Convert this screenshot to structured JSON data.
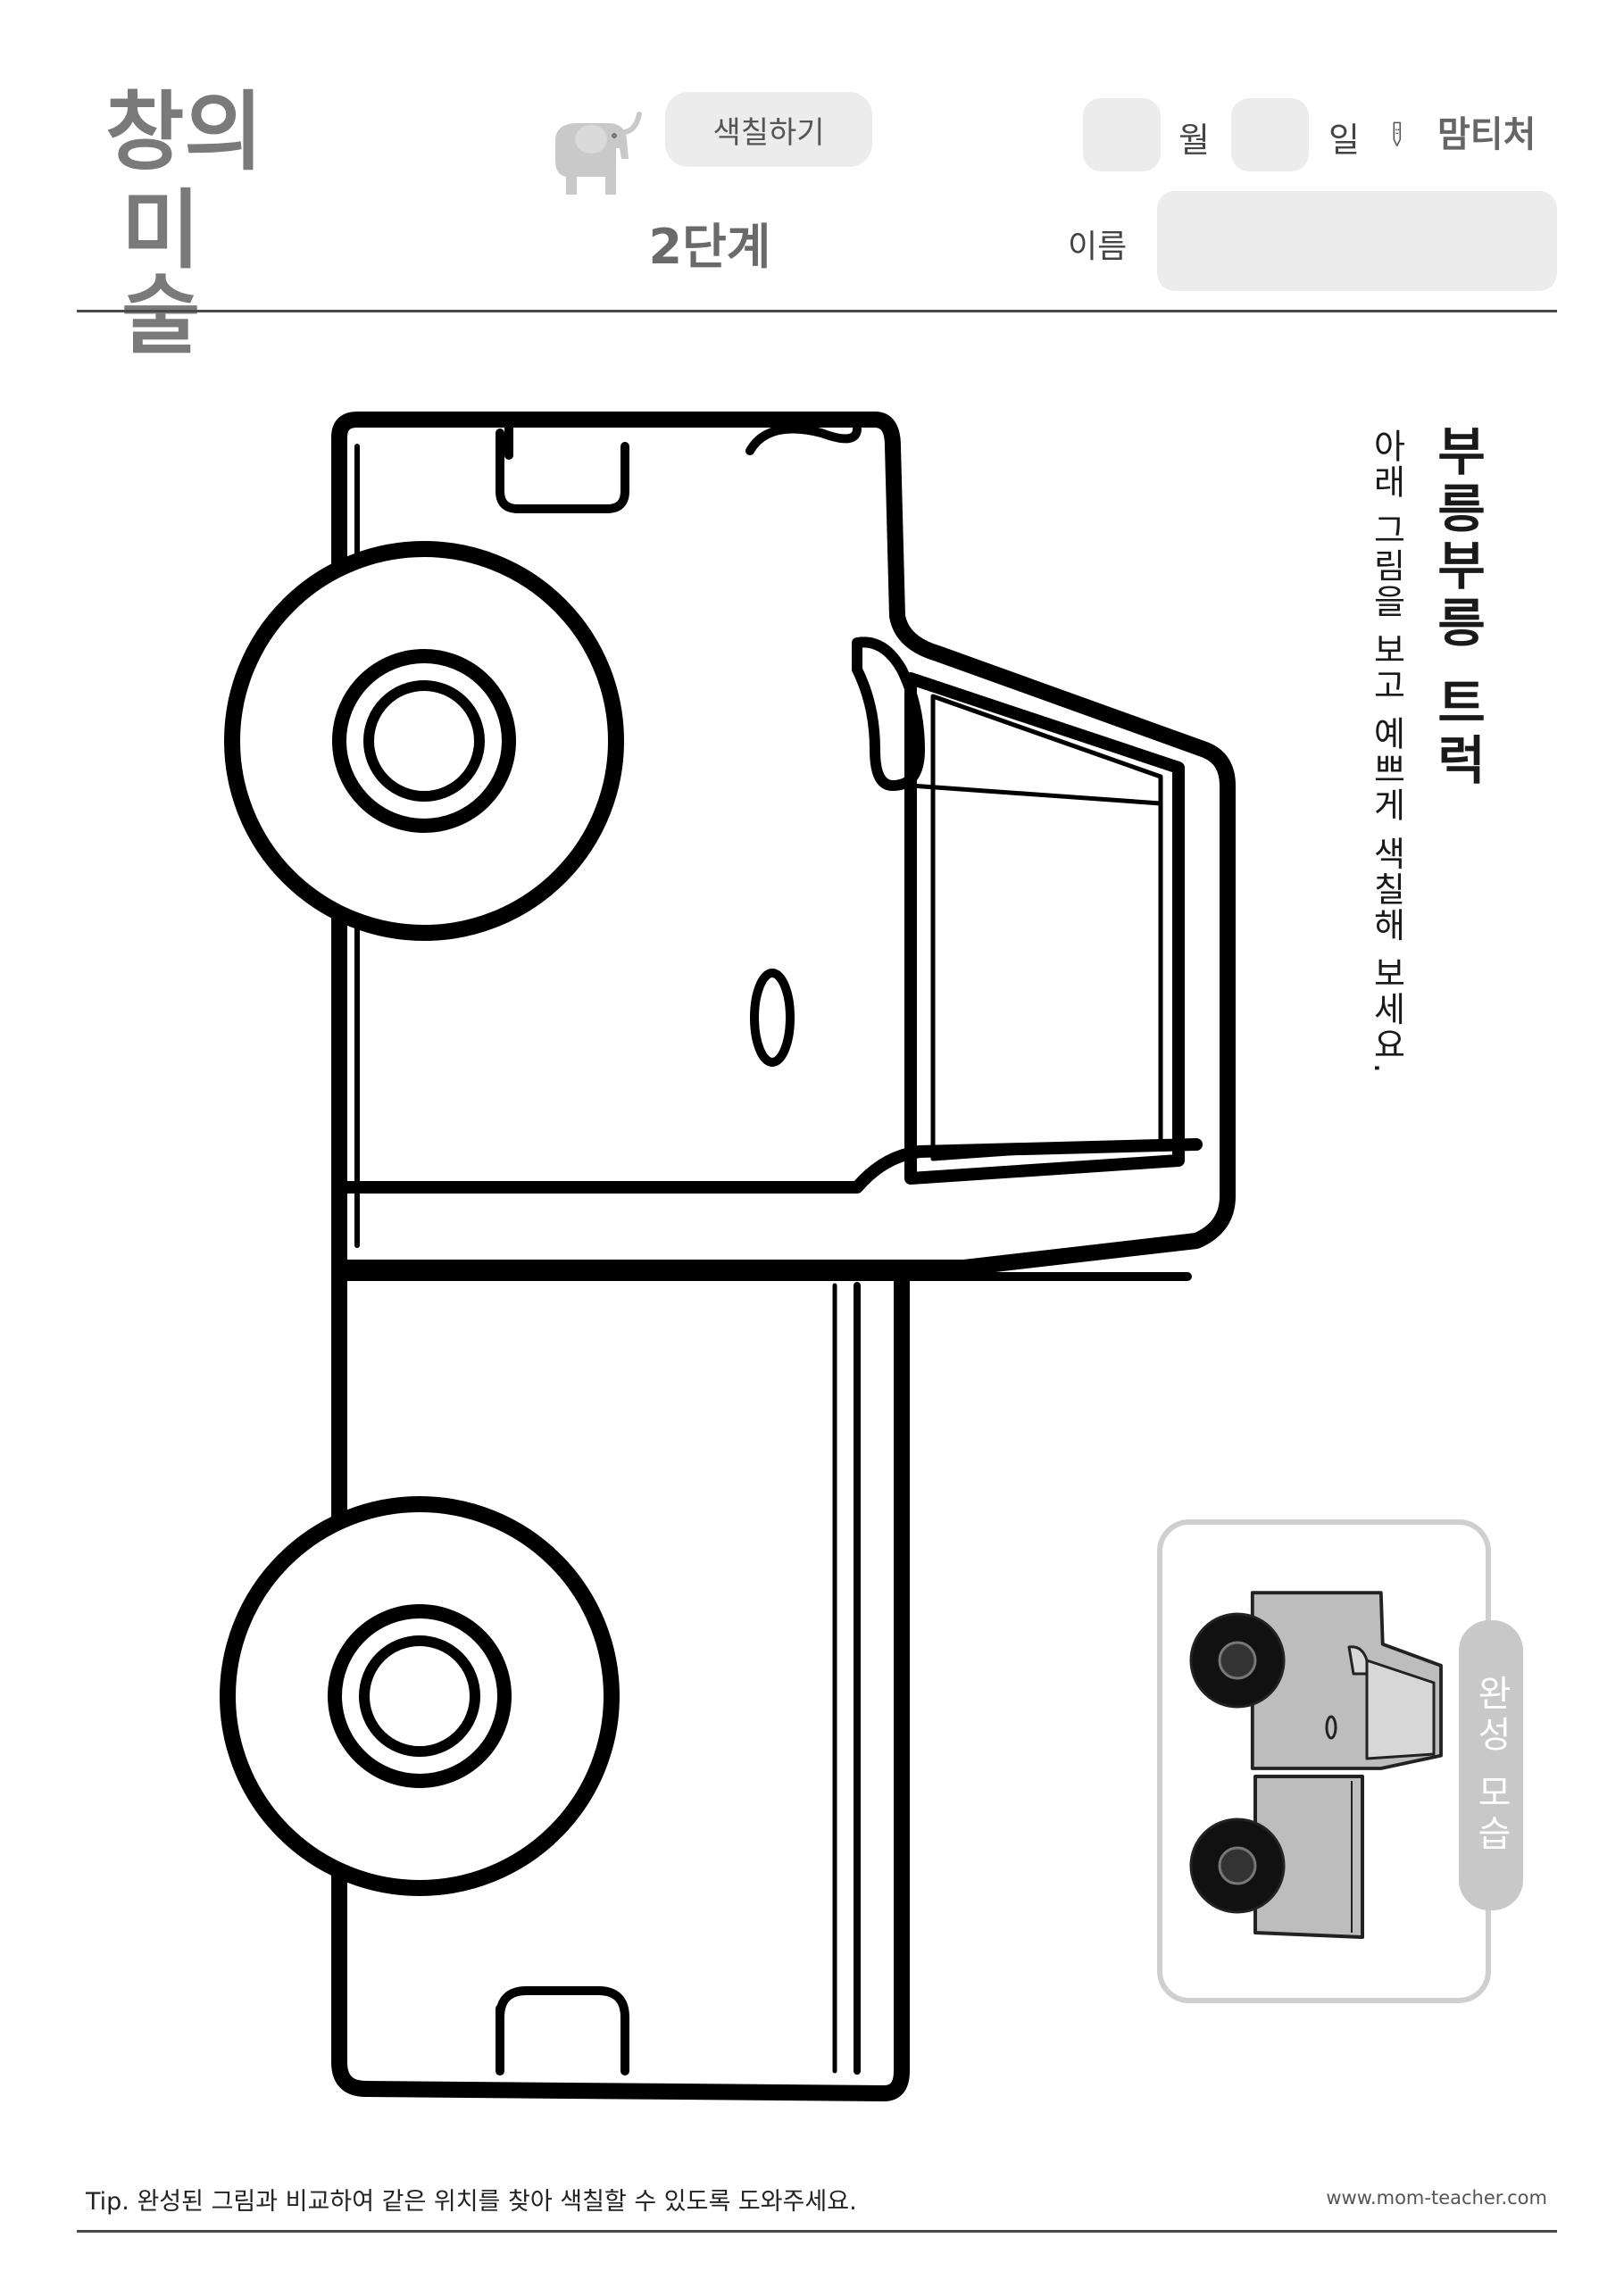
{
  "header": {
    "logo_line1": "창의",
    "logo_line2": "미술",
    "activity_label": "색칠하기",
    "level": "2단계",
    "month_label": "월",
    "day_label": "일",
    "brand": "맘티처",
    "name_label": "이름"
  },
  "content": {
    "title": "부릉부릉 트럭",
    "instruction": "아래 그림을 보고 예쁘게 색칠해 보세요.",
    "sample_label": "완성 모습"
  },
  "footer": {
    "tip": "Tip. 완성된 그림과 비교하여 같은 위치를 찾아 색칠할 수 있도록 도와주세요.",
    "url": "www.mom-teacher.com"
  },
  "colors": {
    "accent_gray": "#7a7a7a",
    "field_gray": "#ececec",
    "sample_fill": "#bdbdbd"
  }
}
